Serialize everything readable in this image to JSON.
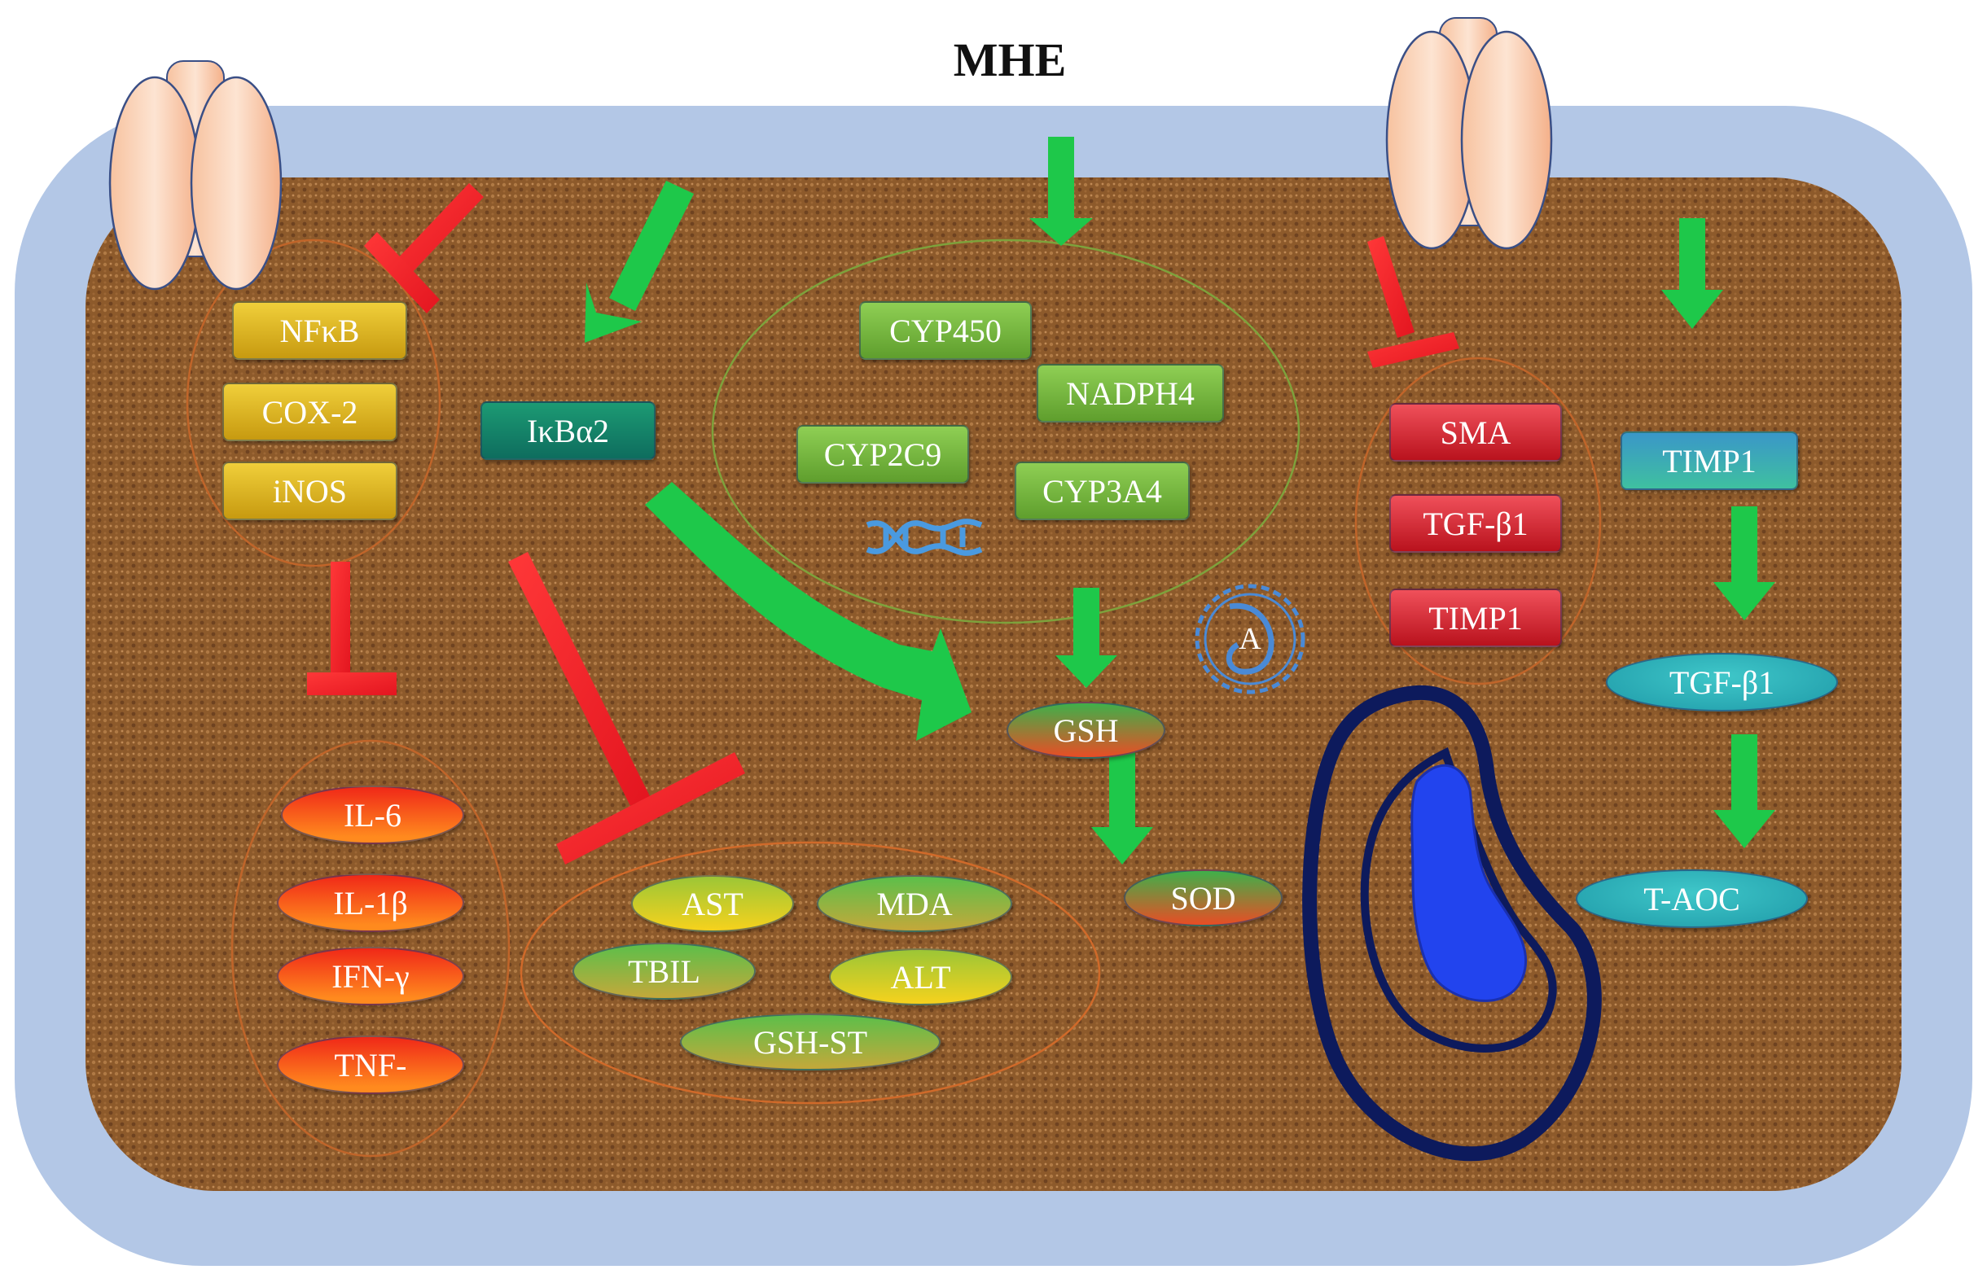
{
  "title": "MHE",
  "inflammation": {
    "receptors": [
      "NFκB",
      "COX-2",
      "iNOS"
    ],
    "cytokines": [
      "IL-6",
      "IL-1β",
      "IFN-γ",
      "TNF-"
    ]
  },
  "ikb": "IκBα2",
  "cyp": [
    "CYP450",
    "NADPH4",
    "CYP2C9",
    "CYP3A4"
  ],
  "oxidative": {
    "gsh": "GSH",
    "sod": "SOD"
  },
  "liver_markers": [
    "AST",
    "MDA",
    "TBIL",
    "ALT",
    "GSH-ST"
  ],
  "fibrosis": {
    "group": [
      "SMA",
      "TGF-β1",
      "TIMP1"
    ],
    "chain": [
      "TIMP1",
      "TGF-β1",
      "T-AOC"
    ]
  },
  "organelle_letter": "A",
  "colors": {
    "inhibit": "#f2222a",
    "activate": "#1ec84a",
    "membrane": "#b3c7e6",
    "cytoplasm": "#8b5a2b",
    "mito_outer": "#0d1a5c",
    "mito_inner": "#2244ee"
  }
}
